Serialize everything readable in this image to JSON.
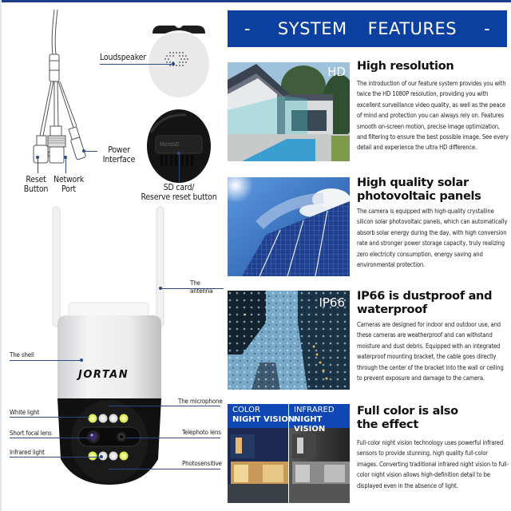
{
  "banner": {
    "dash_left": "-",
    "word1": "SYSTEM",
    "word2": "FEATURES",
    "dash_right": "-",
    "color": "#0b3fa0"
  },
  "accessories": {
    "loudspeaker": "Loudspeaker",
    "power_interface_1": "Power",
    "power_interface_2": "Interface",
    "reset_button_1": "Reset",
    "reset_button_2": "Button",
    "network_port_1": "Network",
    "network_port_2": "Port",
    "sd_card_1": "SD card/",
    "sd_card_2": "Reserve reset button",
    "sd_slot_print": "MicroSD"
  },
  "camera_callouts": {
    "antenna": "The antenna",
    "shell": "The shell",
    "microphone": "The microphone",
    "white_light": "White light",
    "short_focal_lens": "Short focal lens",
    "telephoto_lens": "Telephoto lens",
    "infrared_light": "Infrared light",
    "photosensitive": "Photosensitive",
    "brand": "JORTAN"
  },
  "features": [
    {
      "badge": "HD",
      "title_1": "High resolution",
      "title_2": "",
      "body": "The introduction of our feature system provides you with twice the HD 1080P resolution, providing you with excellent surveillance video quality, as well as the peace of mind and protection you can always rely on. Features smooth on-screen motion, precise image optimization, and filtering to ensure the best possible image. See every detail and experience the ultra HD difference."
    },
    {
      "badge": "",
      "title_1": "High quality solar",
      "title_2": "photovoltaic panels",
      "body": "The camera is equipped with high-quality crystalline silicon solar photovoltaic panels, which can automatically absorb solar energy during the day, with high conversion rate and stronger power storage capacity, truly realizing zero electricity consumption, energy saving and environmental protection."
    },
    {
      "badge": "IP66",
      "title_1": "IP66 is dustproof and",
      "title_2": "waterproof",
      "body": "Cameras are designed for indoor and outdoor use, and these cameras are weatherproof and can withstand moisture and dust debris. Equipped with an integrated waterproof mounting bracket, the cable goes directly through the center of the bracket into the wall or ceiling to prevent exposure and damage to the camera."
    },
    {
      "badge": "",
      "title_1": "Full color is also",
      "title_2": "the effect",
      "body": "Full-color night vision technology uses powerful infrared sensors to provide stunning, high quality full-color images. Converting traditional infrared night vision to full-color night vision allows high-definition detail to be displayed even in the absence of light.",
      "compare": {
        "left_line1": "COLOR",
        "left_line2": "NIGHT VISION",
        "right_line1": "INFRARED",
        "right_line2": "NIGHT VISION"
      }
    }
  ]
}
